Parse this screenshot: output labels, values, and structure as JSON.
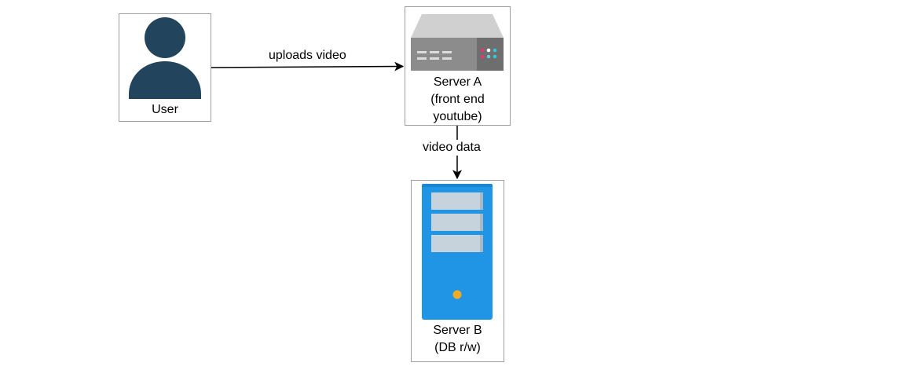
{
  "nodes": {
    "user": {
      "label": "User",
      "icon": "user-icon"
    },
    "server_a": {
      "label_lines": [
        "Server A",
        "(front end",
        "youtube)"
      ],
      "icon": "rack-server-icon"
    },
    "server_b": {
      "label_lines": [
        "Server B",
        "(DB r/w)"
      ],
      "icon": "tower-server-icon"
    }
  },
  "edges": [
    {
      "from": "user",
      "to": "server_a",
      "label": "uploads video"
    },
    {
      "from": "server_a",
      "to": "server_b",
      "label": "video data"
    }
  ],
  "colors": {
    "user_icon": "#23445d",
    "server_a_body": "#8c8c8c",
    "server_a_top": "#d0d0d0",
    "server_b_body": "#2095e6",
    "server_b_bays": "#c6d2dc",
    "led": "#f2ac22",
    "border": "#9e9e9e",
    "edge": "#000000"
  }
}
